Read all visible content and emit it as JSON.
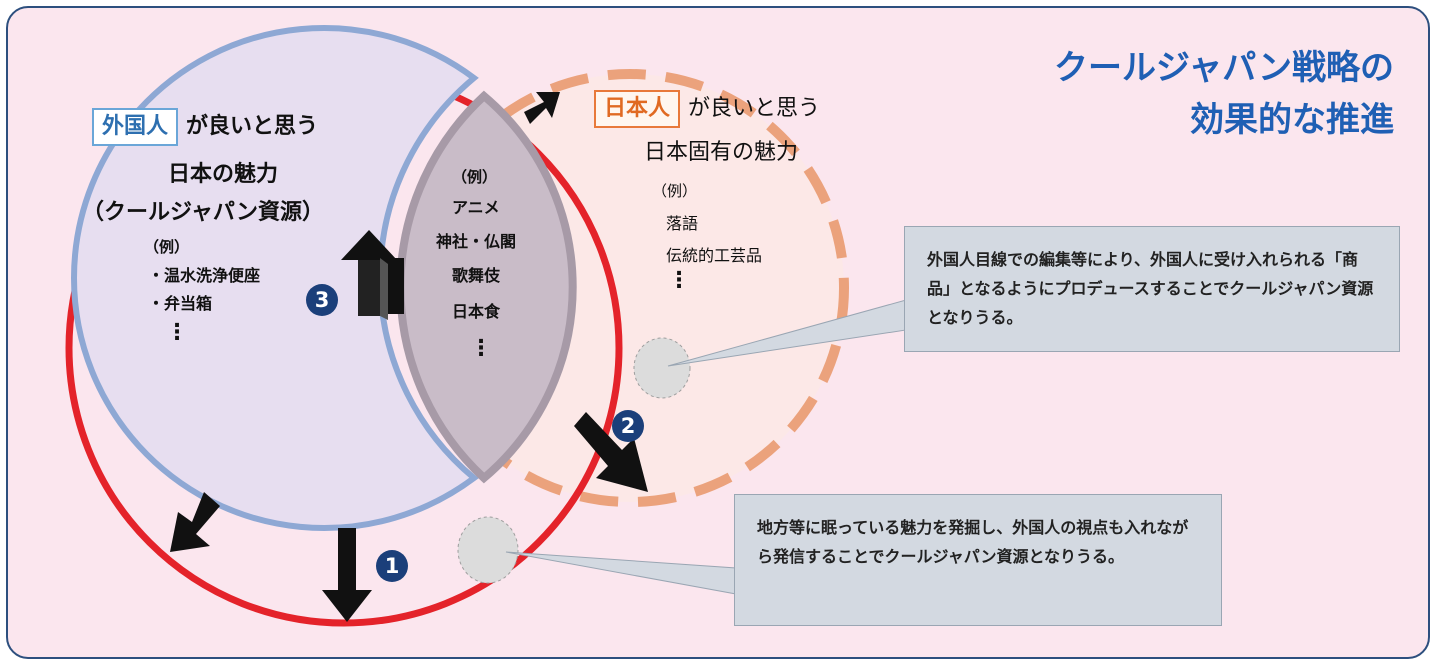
{
  "title": {
    "line1": "クールジャパン戦略の",
    "line2": "効果的な推進"
  },
  "foreign_circle": {
    "tag": "外国人",
    "heading_rest": "が良いと思う",
    "line2": "日本の魅力",
    "line3": "（クールジャパン資源）",
    "example_label": "（例）",
    "items": [
      "・温水洗浄便座",
      "・弁当箱"
    ],
    "ellipsis": "⋮"
  },
  "overlap": {
    "example_label": "（例）",
    "items": [
      "アニメ",
      "神社・仏閣",
      "歌舞伎",
      "日本食"
    ],
    "ellipsis": "⋮"
  },
  "japanese_circle": {
    "tag": "日本人",
    "heading_rest": "が良いと思う",
    "line2": "日本固有の魅力",
    "example_label": "（例）",
    "items": [
      "落語",
      "伝統的工芸品"
    ],
    "ellipsis": "⋮"
  },
  "badges": {
    "one": "1",
    "two": "2",
    "three": "3"
  },
  "callouts": {
    "upper": "外国人目線での編集等により、外国人に受け入れられる「商品」となるようにプロデュースすることでクールジャパン資源となりうる。",
    "lower": "地方等に眠っている魅力を発掘し、外国人の視点も入れながら発信することでクールジャパン資源となりうる。"
  },
  "colors": {
    "background": "#fbe6ee",
    "frame": "#2d4f7e",
    "title": "#1f5fb4",
    "red_circle": "#e4232a",
    "blue_circle": "#8ea8d4",
    "orange_dashed": "#eba27c",
    "overlap": "#c6b8c4",
    "callout": "#d3d9e1",
    "badge": "#1b3f7a"
  }
}
